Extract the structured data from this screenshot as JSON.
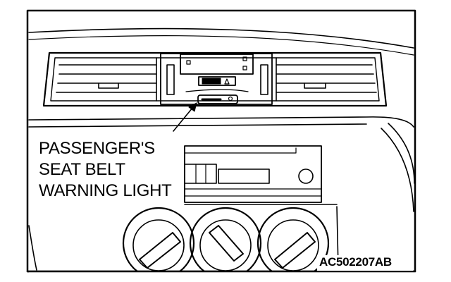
{
  "callout": {
    "lines": [
      "PASSENGER'S",
      "SEAT BELT",
      "WARNING LIGHT"
    ]
  },
  "figure_code": "AC502207AB",
  "colors": {
    "ink": "#000000",
    "paper": "#ffffff"
  }
}
